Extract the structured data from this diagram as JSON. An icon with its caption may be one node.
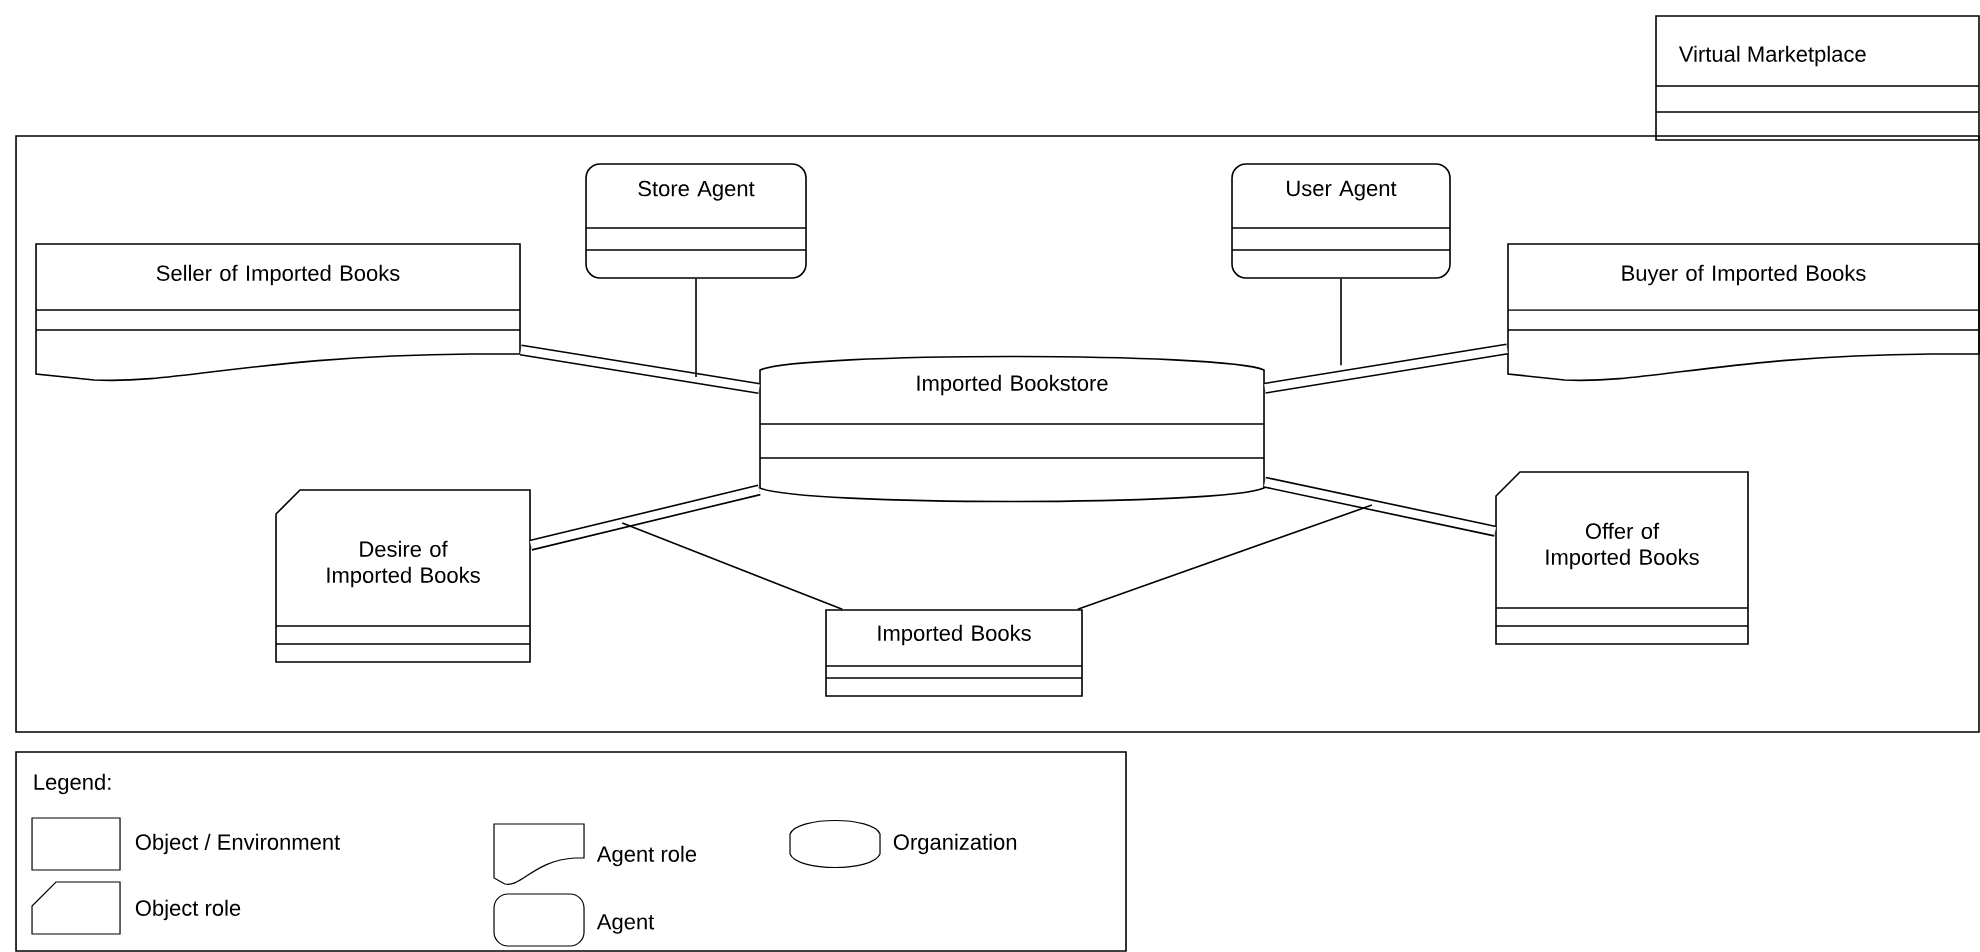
{
  "diagram": {
    "nodes": [
      {
        "text": [
          "Virtual Marketplace"
        ]
      },
      {
        "text": [],
        "shape": "box"
      },
      {
        "text": [
          "Store Agent"
        ],
        "in": 1
      },
      {
        "text": [
          "User Agent"
        ],
        "in": 1
      },
      {
        "text": [
          "Seller of Imported Books"
        ],
        "in": 1
      },
      {
        "text": [
          "Buyer of Imported Books"
        ],
        "in": 1
      },
      {
        "text": [
          "Imported Bookstore"
        ],
        "in": 1
      },
      {
        "text": [
          "Desire of Imported Books"
        ],
        "in": 1
      },
      {
        "text": [
          "Offer of Imported Books"
        ],
        "in": 1
      },
      {
        "text": [
          "Imported Books"
        ],
        "in": 1
      }
    ],
    "edges": [
      {
        "from": 4,
        "to": 6,
        "arrow": "none",
        "style": "thick"
      },
      {
        "from": 5,
        "to": 6,
        "arrow": "none",
        "style": "thick"
      },
      {
        "from": 7,
        "to": 6,
        "arrow": "none",
        "style": "thick"
      },
      {
        "from": 8,
        "to": 6,
        "arrow": "none",
        "style": "thick"
      },
      {
        "from": 2,
        "to": null,
        "arrow": "none"
      },
      {
        "from": 3,
        "to": null,
        "arrow": "none"
      },
      {
        "from": 9,
        "to": null,
        "arrow": "none"
      },
      {
        "from": 9,
        "to": null,
        "arrow": "none"
      }
    ],
    "labels": [
      "Legend:"
    ],
    "legend": [
      {
        "text": "Object / Environment"
      },
      {
        "text": "Agent role"
      },
      {
        "text": "Organization"
      },
      {
        "text": "Object role"
      },
      {
        "text": "Agent"
      }
    ]
  }
}
